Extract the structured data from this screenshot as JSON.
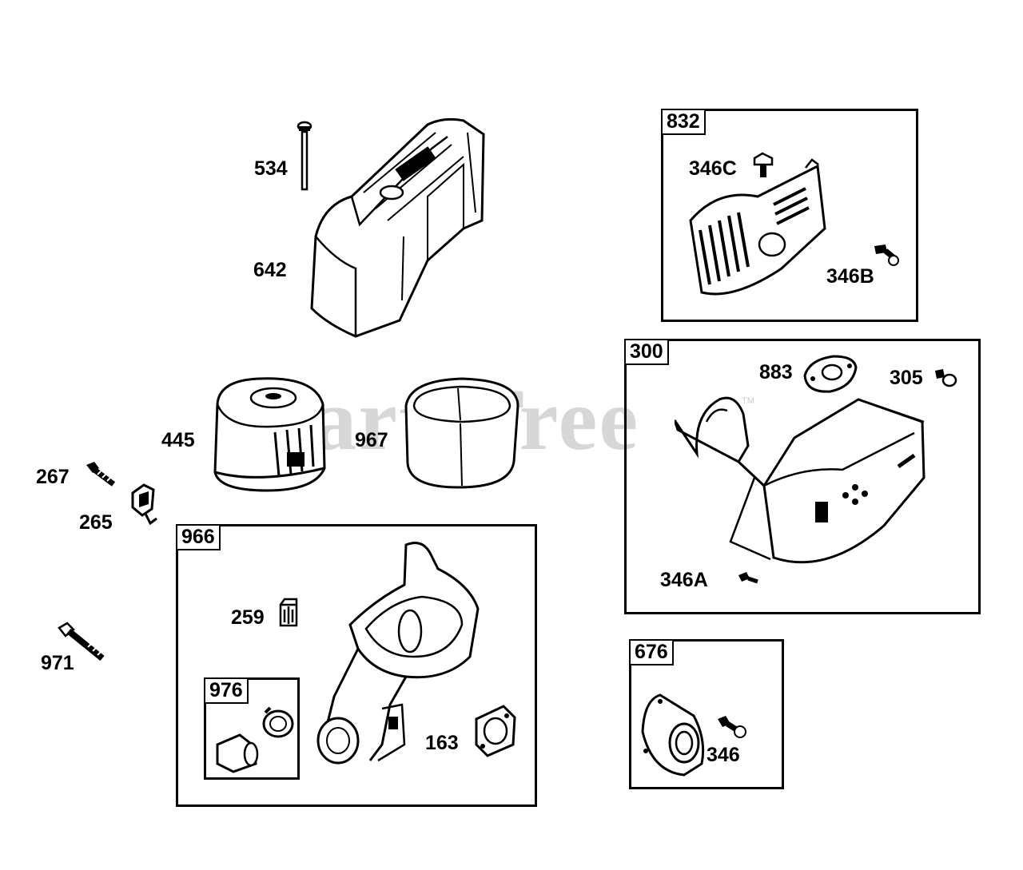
{
  "watermark": {
    "text": "PartsTree",
    "tm": "TM"
  },
  "callouts": {
    "p534": "534",
    "p642": "642",
    "p445": "445",
    "p967": "967",
    "p267": "267",
    "p265": "265",
    "p971": "971",
    "p259": "259",
    "p163": "163",
    "p346C": "346C",
    "p346B": "346B",
    "p883": "883",
    "p305": "305",
    "p346A": "346A",
    "p346": "346"
  },
  "groups": {
    "g832": "832",
    "g300": "300",
    "g966": "966",
    "g976": "976",
    "g676": "676"
  }
}
